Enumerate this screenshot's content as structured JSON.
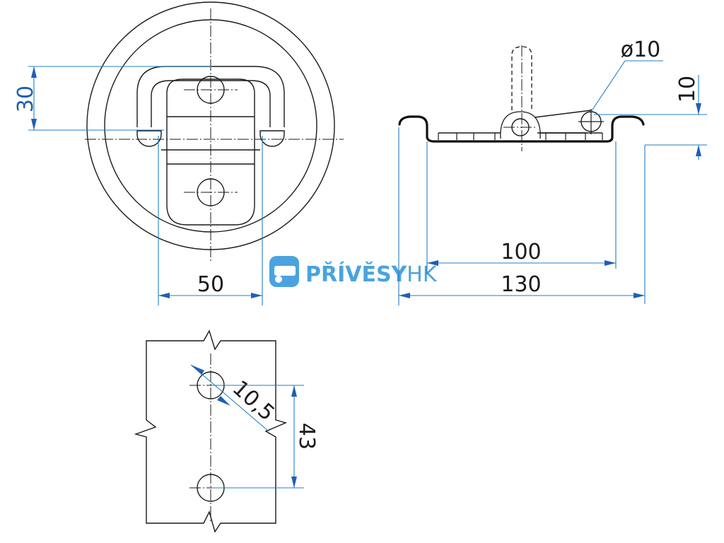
{
  "dimensions": {
    "top_view_height": "30",
    "top_view_width": "50",
    "side_inner_width": "100",
    "side_outer_width": "130",
    "ring_diameter": "ø10",
    "side_height": "10",
    "hole_pattern_diameter": "10,5",
    "hole_pattern_spacing": "43"
  },
  "logo": {
    "bold_text": "PŘÍVĚSY",
    "light_text": "HK",
    "colors": {
      "primary": "#4aa3df",
      "dimension_line": "#1f7fc6",
      "arrow": "#1f5fb5",
      "outline": "#1a1a1a"
    }
  }
}
